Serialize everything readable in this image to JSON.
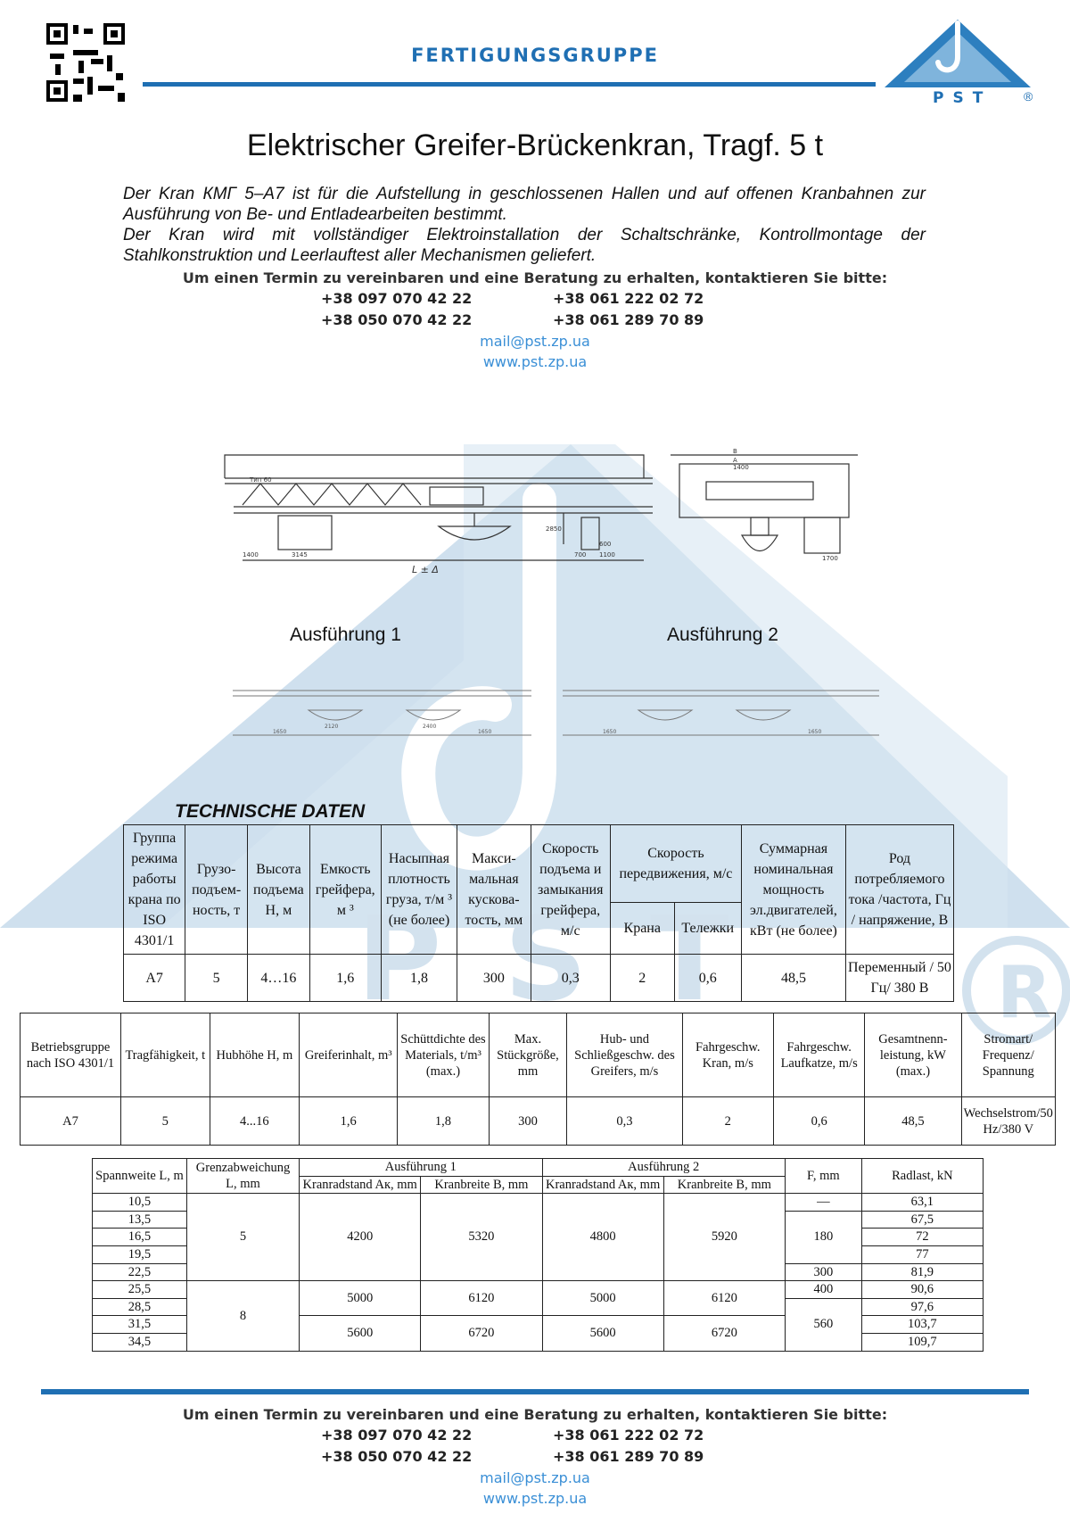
{
  "header": {
    "title": "FERTIGUNGSGRUPPE",
    "logo_text": "PST",
    "logo_reg": "®"
  },
  "watermark": {
    "text": "PST",
    "reg": "®"
  },
  "page_title": "Elektrischer Greifer-Brückenkran, Tragf. 5 t",
  "intro": {
    "p1": "Der Kran КМГ 5–А7 ist für die Aufstellung in geschlossenen Hallen und auf offenen Kranbahnen zur Ausführung von Be- und Entladearbeiten bestimmt.",
    "p2": "Der Kran wird mit vollständiger Elektroinstallation der Schaltschränke, Kontrollmontage der Stahlkonstruktion und Leerlauftest aller Mechanismen geliefert."
  },
  "contact": {
    "lead": "Um einen Termin zu vereinbaren und eine Beratung zu erhalten, kontaktieren Sie bitte:",
    "phones": [
      "+38 097 070 42 22",
      "+38 061 222 02 72",
      "+38 050 070 42 22",
      "+38 061 289 70 89"
    ],
    "email": "mail@pst.zp.ua",
    "web": "www.pst.zp.ua"
  },
  "drawing": {
    "labels": [
      "1400",
      "3145",
      "L ± Δ",
      "B",
      "A",
      "1400",
      "700",
      "1100",
      "600",
      "2850",
      "1700",
      "Тип 60"
    ],
    "bottom_labels": [
      "1650",
      "2120",
      "2400",
      "1650",
      "1650",
      "1650"
    ]
  },
  "variants": {
    "v1": "Ausführung 1",
    "v2": "Ausführung 2"
  },
  "tech_title": "TECHNISCHE DATEN",
  "table_ru": {
    "headers": [
      "Группа режима работы крана по ISO 4301/1",
      "Грузо-подъем-ность, т",
      "Высота подъема Н, м",
      "Емкость грейфера, м ³",
      "Насыпная плотность груза, т/м ³ (не более)",
      "Макси-мальная кускова-тость, мм",
      "Скорость подъема и замыкания грейфера, м/с",
      "Скорость передвижения, м/с",
      "Суммарная номинальная мощность эл.двигателей, кВт (не более)",
      "Род потребляемого тока /частота, Гц / напряжение, В"
    ],
    "sub_headers": [
      "Крана",
      "Тележки"
    ],
    "row": [
      "А7",
      "5",
      "4…16",
      "1,6",
      "1,8",
      "300",
      "0,3",
      "2",
      "0,6",
      "48,5",
      "Переменный / 50 Гц/ 380 В"
    ]
  },
  "table_de": {
    "headers": [
      "Betriebsgruppe nach ISO 4301/1",
      "Tragfähigkeit, t",
      "Hubhöhe H, m",
      "Greiferinhalt, m³",
      "Schüttdichte des Materials, t/m³ (max.)",
      "Max. Stückgröße, mm",
      "Hub- und Schließgeschw. des Greifers, m/s",
      "Fahrgeschw. Kran, m/s",
      "Fahrgeschw. Laufkatze, m/s",
      "Gesamtnenn-leistung, kW (max.)",
      "Stromart/ Frequenz/ Spannung"
    ],
    "row": [
      "A7",
      "5",
      "4...16",
      "1,6",
      "1,8",
      "300",
      "0,3",
      "2",
      "0,6",
      "48,5",
      "Wechselstrom/50 Hz/380 V"
    ]
  },
  "table_span": {
    "h_span": "Spannweite L, m",
    "h_dev": "Grenzabweichung L, mm",
    "h_var1": "Ausführung 1",
    "h_var2": "Ausführung 2",
    "h_ak": "Kranradstand Aк, mm",
    "h_b": "Kranbreite B, mm",
    "h_f": "F, mm",
    "h_load": "Radlast, kN",
    "spans": [
      "10,5",
      "13,5",
      "16,5",
      "19,5",
      "22,5",
      "25,5",
      "28,5",
      "31,5",
      "34,5"
    ],
    "loads": [
      "63,1",
      "67,5",
      "72",
      "77",
      "81,9",
      "90,6",
      "97,6",
      "103,7",
      "109,7"
    ],
    "dev_a": "5",
    "dev_b": "8",
    "g1": [
      "4200",
      "5320",
      "4800",
      "5920"
    ],
    "g2": [
      "5000",
      "6120",
      "5000",
      "6120"
    ],
    "g3": [
      "5600",
      "6720",
      "5600",
      "6720"
    ],
    "f_vals": [
      "—",
      "180",
      "300",
      "400",
      "560"
    ]
  }
}
